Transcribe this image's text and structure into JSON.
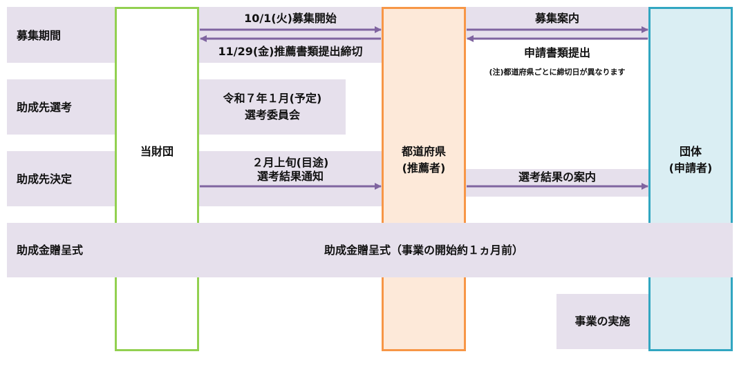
{
  "rows": {
    "recruitment_period": "募集期間",
    "selection": "助成先選考",
    "decision": "助成先決定",
    "ceremony": "助成金贈呈式"
  },
  "columns": {
    "foundation": "当財団",
    "prefecture_line1": "都道府県",
    "prefecture_line2": "(推薦者)",
    "group_line1": "団体",
    "group_line2": "(申請者)"
  },
  "flows": {
    "recruitment_start": "10/1(火)募集開始",
    "recommendation_deadline": "11/29(金)推薦書類提出締切",
    "recruitment_info": "募集案内",
    "application_submit": "申請書類提出",
    "deadline_note": "(注)都道府県ごとに締切日が異なります",
    "selection_line1": "令和７年１月(予定)",
    "selection_line2": "選考委員会",
    "decision_line1": "２月上旬(目途)",
    "decision_line2": "選考結果通知",
    "decision_guide": "選考結果の案内",
    "ceremony_detail": "助成金贈呈式（事業の開始約１ヵ月前）",
    "project_implementation": "事業の実施"
  },
  "colors": {
    "band": "#e6e0ec",
    "foundation_border": "#92d050",
    "prefecture_border": "#f79646",
    "prefecture_fill": "#fde9d9",
    "group_border": "#31a6c1",
    "group_fill": "#daeef3",
    "arrow": "#7f64a0"
  }
}
